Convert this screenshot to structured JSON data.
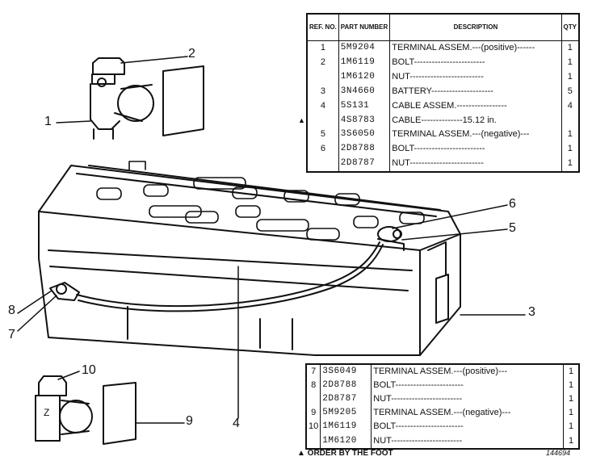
{
  "table_top": {
    "headers": {
      "ref": "REF. NO.",
      "part": "PART NUMBER",
      "desc": "DESCRIPTION",
      "qty": "QTY"
    },
    "rows": [
      {
        "ref": "1",
        "part": "5M9204",
        "desc": "TERMINAL ASSEM.---(positive)------",
        "qty": "1"
      },
      {
        "ref": "2",
        "part": "1M6119",
        "desc": "BOLT------------------------",
        "qty": "1"
      },
      {
        "ref": "",
        "part": "1M6120",
        "desc": "NUT-------------------------",
        "qty": "1"
      },
      {
        "ref": "3",
        "part": "3N4660",
        "desc": "BATTERY---------------------",
        "qty": "5"
      },
      {
        "ref": "4",
        "part": "5S131",
        "desc": "CABLE ASSEM.-----------------",
        "qty": "4"
      },
      {
        "ref": "",
        "part": "4S8783",
        "desc": "CABLE--------------15.12 in.",
        "qty": ""
      },
      {
        "ref": "5",
        "part": "3S6050",
        "desc": "TERMINAL ASSEM.---(negative)---",
        "qty": "1"
      },
      {
        "ref": "6",
        "part": "2D8788",
        "desc": "BOLT------------------------",
        "qty": "1"
      },
      {
        "ref": "",
        "part": "2D8787",
        "desc": "NUT-------------------------",
        "qty": "1"
      }
    ]
  },
  "table_bottom": {
    "rows": [
      {
        "ref": "7",
        "part": "3S6049",
        "desc": "TERMINAL ASSEM.---(positive)---",
        "qty": "1"
      },
      {
        "ref": "8",
        "part": "2D8788",
        "desc": "BOLT-----------------------",
        "qty": "1"
      },
      {
        "ref": "",
        "part": "2D8787",
        "desc": "NUT------------------------",
        "qty": "1"
      },
      {
        "ref": "9",
        "part": "5M9205",
        "desc": "TERMINAL ASSEM.---(negative)---",
        "qty": "1"
      },
      {
        "ref": "10",
        "part": "1M6119",
        "desc": "BOLT-----------------------",
        "qty": "1"
      },
      {
        "ref": "",
        "part": "1M6120",
        "desc": "NUT------------------------",
        "qty": "1"
      }
    ]
  },
  "triangle_marker": "▲",
  "footnote": "▲ ORDER BY THE FOOT",
  "figure_number": "144694",
  "callouts": [
    "1",
    "2",
    "3",
    "4",
    "5",
    "6",
    "7",
    "8",
    "9",
    "10"
  ]
}
